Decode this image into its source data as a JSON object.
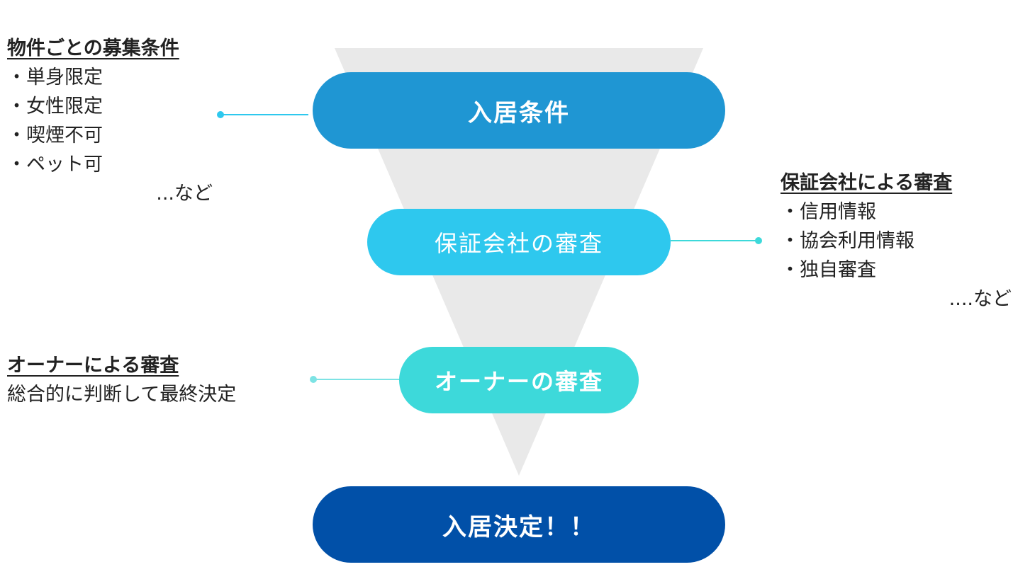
{
  "colors": {
    "funnel": "#e9e9e9",
    "stage1": "#1f96d3",
    "stage2": "#2ec8ee",
    "stage3": "#3dd9da",
    "result": "#0150a8",
    "text": "#222222"
  },
  "stages": [
    {
      "label": "入居条件"
    },
    {
      "label": "保証会社の審査"
    },
    {
      "label": "オーナーの審査"
    },
    {
      "label": "入居決定！！"
    }
  ],
  "notes": {
    "conditions": {
      "title": "物件ごとの募集条件",
      "items": [
        "・単身限定",
        "・女性限定",
        "・喫煙不可",
        "・ペット可"
      ],
      "etc": "...など"
    },
    "guarantor": {
      "title": "保証会社による審査",
      "items": [
        "・信用情報",
        "・協会利用情報",
        "・独自審査"
      ],
      "etc": "....など"
    },
    "owner": {
      "title": "オーナーによる審査",
      "body": "総合的に判断して最終決定"
    }
  }
}
